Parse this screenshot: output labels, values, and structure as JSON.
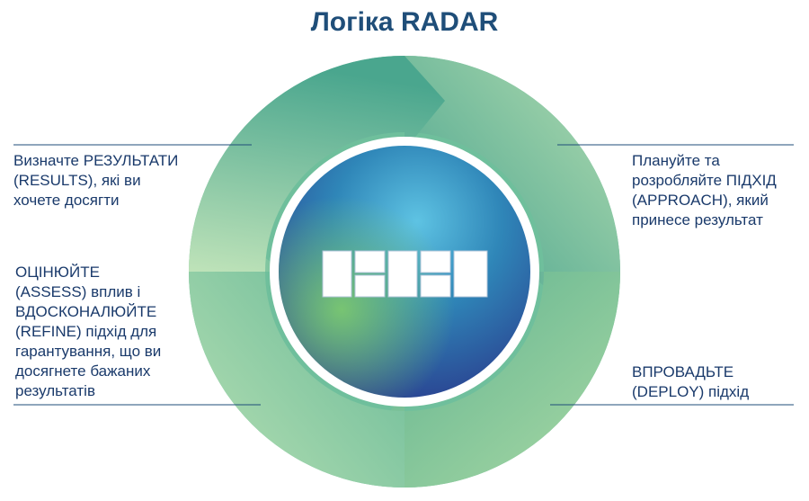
{
  "title": "Логіка RADAR",
  "labels": {
    "results": [
      "Визначте РЕЗУЛЬТАТИ",
      "(RESULTS), які ви",
      "хочете досягти"
    ],
    "approach": [
      "Плануйте та",
      "розробляйте ПІДХІД",
      "(APPROACH), який",
      "принесе результат"
    ],
    "assess": [
      "ОЦІНЮЙТЕ",
      "(ASSESS) вплив і",
      "ВДОСКОНАЛЮЙТЕ",
      "(REFINE) підхід для",
      "гарантування, що ви",
      "досягнете бажаних",
      "результатів"
    ],
    "deploy": [
      "ВПРОВАДЬТЕ",
      "(DEPLOY) підхід"
    ]
  },
  "colors": {
    "title": "#1f4e79",
    "text": "#1a3a6b",
    "line": "#1f4e79",
    "ring_dark": "#3e9e8c",
    "ring_light": "#a7d8a5",
    "center_blue": "#2b4f9e",
    "center_green": "#6cc07a"
  }
}
